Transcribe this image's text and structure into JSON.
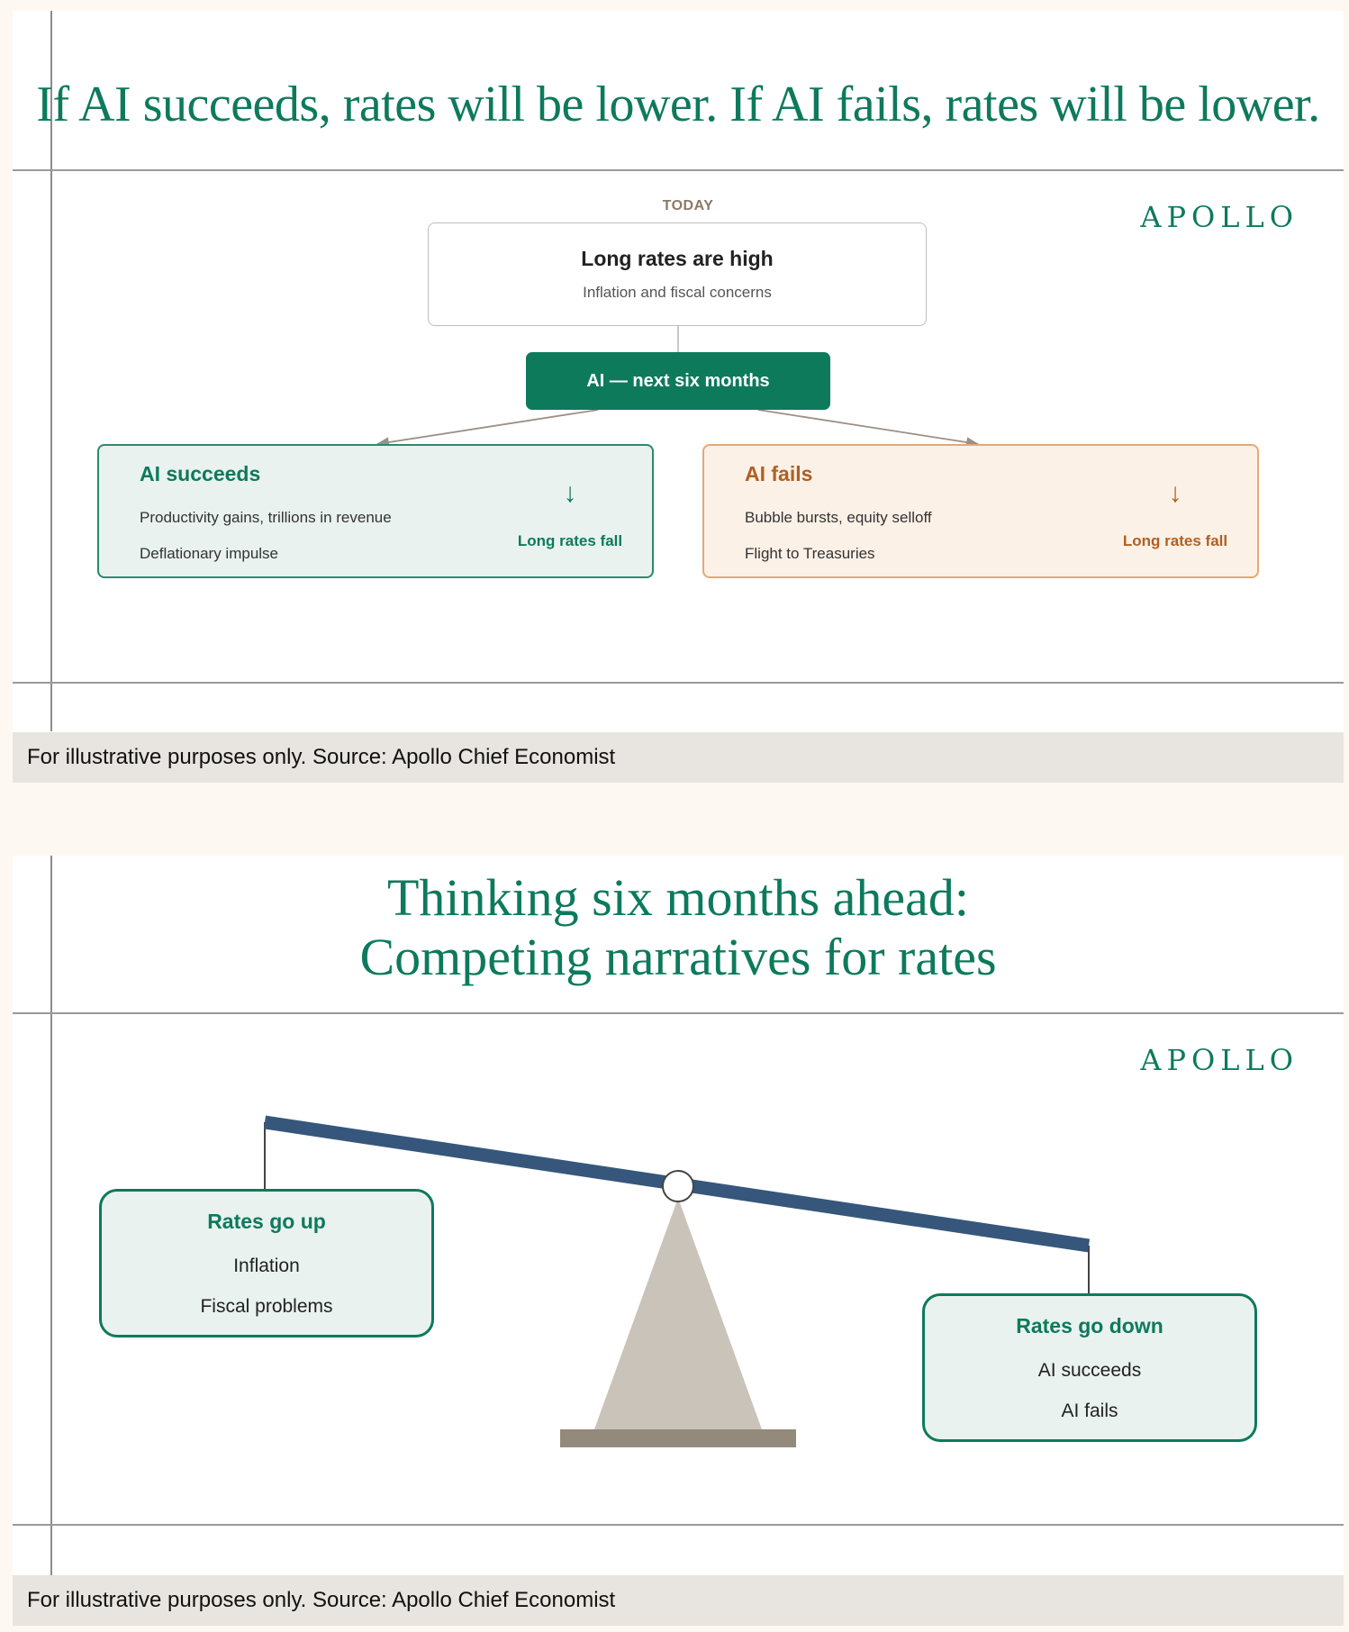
{
  "slide1": {
    "title": "If AI succeeds, rates will be lower. If AI fails, rates will be lower.",
    "logo": "APOLLO",
    "today_label": "TODAY",
    "today_title": "Long rates are high",
    "today_subtitle": "Inflation and fiscal concerns",
    "pivot_label": "AI — next six months",
    "succeeds": {
      "title": "AI succeeds",
      "lines": [
        "Productivity gains, trillions in revenue",
        "Deflationary impulse"
      ],
      "arrow": "↓",
      "result": "Long rates fall"
    },
    "fails": {
      "title": "AI fails",
      "lines": [
        "Bubble bursts, equity selloff",
        "Flight to Treasuries"
      ],
      "arrow": "↓",
      "result": "Long rates fall"
    },
    "footer": "For illustrative purposes only. Source: Apollo Chief Economist"
  },
  "slide2": {
    "title_line1": "Thinking six months ahead:",
    "title_line2": "Competing narratives for rates",
    "logo": "APOLLO",
    "left_box": {
      "title": "Rates go up",
      "items": [
        "Inflation",
        "Fiscal problems"
      ]
    },
    "right_box": {
      "title": "Rates go down",
      "items": [
        "AI succeeds",
        "AI fails"
      ]
    },
    "footer": "For illustrative purposes only. Source: Apollo Chief Economist"
  },
  "colors": {
    "brand_green": "#0d7a5c",
    "orange": "#b15f22",
    "beam": "#36577b",
    "fulcrum": "#c9c3b9"
  }
}
